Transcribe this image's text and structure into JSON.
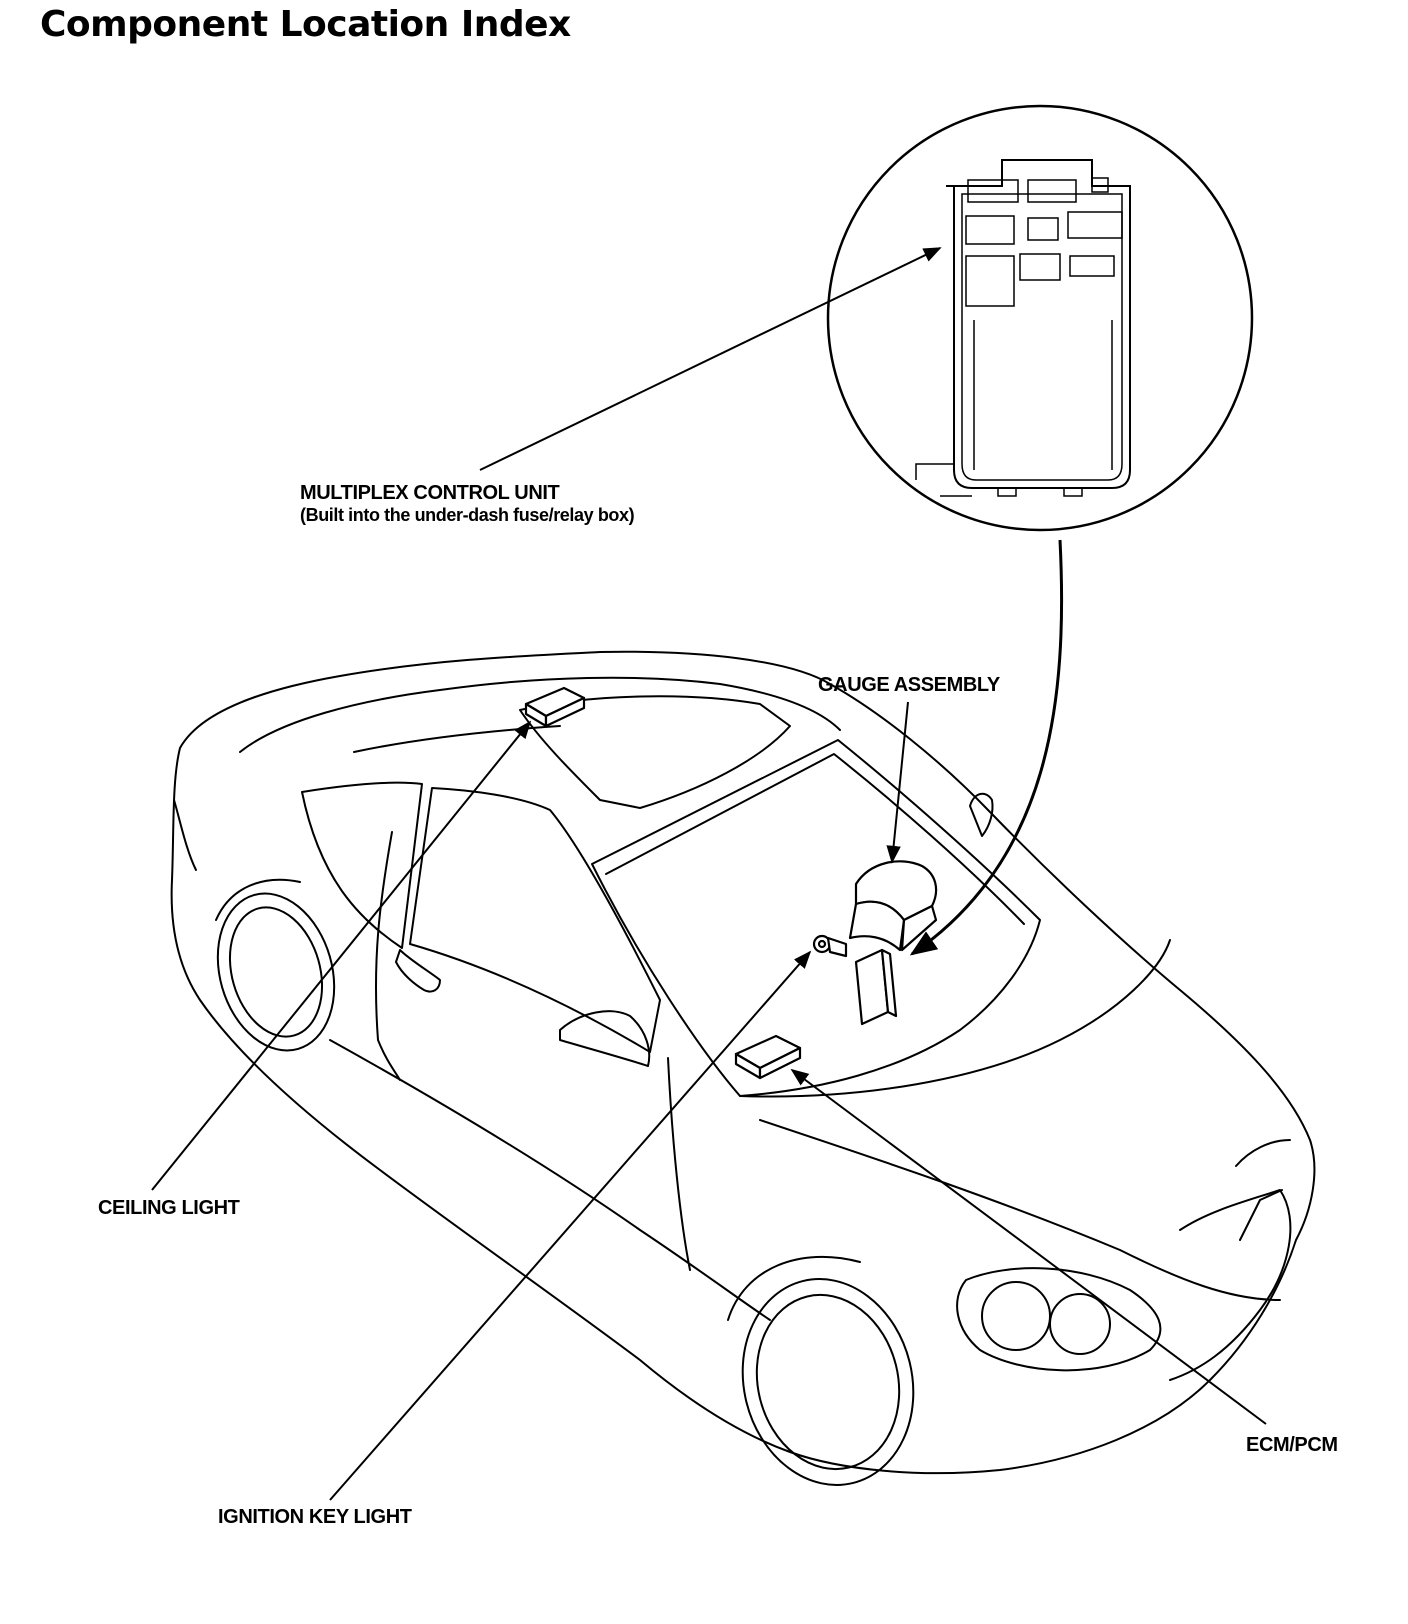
{
  "title": "Component Location Index",
  "labels": {
    "multiplex": "MULTIPLEX CONTROL UNIT",
    "multiplex_sub": "(Built into the under-dash fuse/relay box)",
    "gauge": "GAUGE ASSEMBLY",
    "ceiling": "CEILING LIGHT",
    "ecm": "ECM/PCM",
    "ignition": "IGNITION KEY LIGHT"
  },
  "colors": {
    "line": "#000000",
    "background": "#ffffff"
  }
}
